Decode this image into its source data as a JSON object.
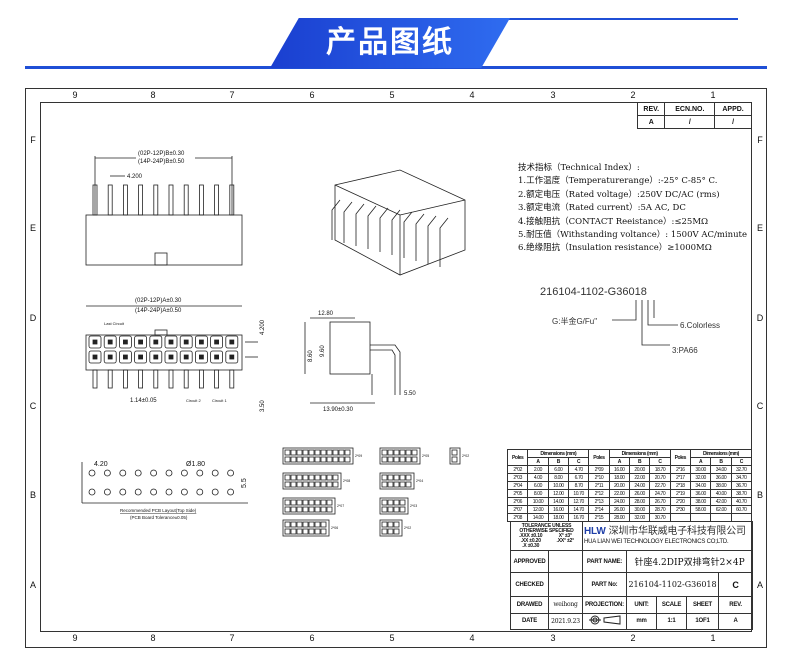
{
  "banner": {
    "title": "产品图纸",
    "color": "#1f4fd6"
  },
  "frame": {
    "columns": [
      "9",
      "8",
      "7",
      "6",
      "5",
      "4",
      "3",
      "2",
      "1"
    ],
    "rows": [
      "F",
      "E",
      "D",
      "C",
      "B",
      "A"
    ]
  },
  "revision_table": {
    "headers": [
      "REV.",
      "ECN.NO.",
      "APPD."
    ],
    "row": [
      "A",
      "/",
      "/"
    ]
  },
  "top_view": {
    "dim_b1": "(02P-12P)B±0.30",
    "dim_b2": "(14P-24P)B±0.50",
    "pitch": "4.200"
  },
  "front_view": {
    "dim_a1": "(02P-12P)A±0.30",
    "dim_a2": "(14P-24P)A±0.50",
    "last_circuit": "Last Circuit",
    "row_pitch": "4.200",
    "pin_width": "1.14±0.05",
    "circuit2": "Circuit 2",
    "circuit1": "Circuit 1",
    "tail": "3.50"
  },
  "side_view": {
    "dim1": "12.80",
    "dim2": "8.60",
    "dim3": "9.60",
    "dim4": "13.90±0.30",
    "dim5": "5.50"
  },
  "pcb_layout": {
    "pitch": "4.20",
    "hole": "Ø1.80",
    "row": "5.5",
    "caption": "Recommended PCB Layout(Top Side)",
    "tolerance": "(PCB Board Tolerance±0.05)"
  },
  "spec": {
    "title": "技术指标（Technical Index）:",
    "items": [
      "1.工作温度（Temperaturerange）:-25° C-85° C.",
      "2.额定电压（Rated voltage）:250V DC/AC (rms)",
      "3.额定电流（Rated current）:5A AC, DC",
      "4.接触阻抗（CONTACT Reeistance）:≤25MΩ",
      "5.耐压值（Withstanding voltance）: 1500V AC/minute",
      "6.绝缘阻抗（Insulation resistance）≥1000MΩ"
    ]
  },
  "part_callout": {
    "number": "216104-1102-G36018",
    "plating": "G:半金G/Fu\"",
    "color": "6.Colorless",
    "material": "3:PA66"
  },
  "layout_labels": [
    "2*02",
    "2*03",
    "2*04",
    "2*05",
    "2*06",
    "2*07",
    "2*08",
    "2*09"
  ],
  "dimension_table": {
    "headers": {
      "poles": "Poles",
      "dims": "Dimensions (mm)",
      "a": "A",
      "b": "B",
      "c": "C"
    },
    "rows": [
      [
        [
          "2*02",
          "2.00",
          "6.00",
          "4.70"
        ],
        [
          "2*09",
          "16.00",
          "20.00",
          "18.70"
        ],
        [
          "2*16",
          "30.00",
          "34.00",
          "32.70"
        ]
      ],
      [
        [
          "2*03",
          "4.00",
          "8.00",
          "6.70"
        ],
        [
          "2*10",
          "18.00",
          "22.00",
          "20.70"
        ],
        [
          "2*17",
          "32.00",
          "36.00",
          "34.70"
        ]
      ],
      [
        [
          "2*04",
          "6.00",
          "10.00",
          "8.70"
        ],
        [
          "2*11",
          "20.00",
          "24.00",
          "22.70"
        ],
        [
          "2*18",
          "34.00",
          "38.00",
          "36.70"
        ]
      ],
      [
        [
          "2*05",
          "8.00",
          "12.00",
          "10.70"
        ],
        [
          "2*12",
          "22.00",
          "26.00",
          "24.70"
        ],
        [
          "2*19",
          "36.00",
          "40.00",
          "38.70"
        ]
      ],
      [
        [
          "2*06",
          "10.00",
          "14.00",
          "12.70"
        ],
        [
          "2*13",
          "24.00",
          "28.00",
          "26.70"
        ],
        [
          "2*20",
          "38.00",
          "42.00",
          "40.70"
        ]
      ],
      [
        [
          "2*07",
          "12.00",
          "16.00",
          "14.70"
        ],
        [
          "2*14",
          "26.00",
          "30.00",
          "28.70"
        ],
        [
          "2*30",
          "58.00",
          "62.00",
          "60.70"
        ]
      ],
      [
        [
          "2*08",
          "14.00",
          "18.00",
          "16.70"
        ],
        [
          "2*15",
          "28.00",
          "32.00",
          "30.70"
        ],
        [
          "",
          "",
          "",
          ""
        ]
      ]
    ]
  },
  "title_block": {
    "tolerance_title": "TOLERANCE UNLESS OTHERWISE SPECIFIED",
    "tol_lines": [
      ".XXX ±0.10",
      ".XX ±0.20",
      ".X ±0.30"
    ],
    "ang_lines": [
      "X° ±3°",
      ".XX° ±2°"
    ],
    "logo": "HLW",
    "company_cn": "深圳市华联威电子科技有限公司",
    "company_en": "HUA LIAN WEI TECHNOLOGY ELECTRONICS CO;LTD.",
    "approved": "APPROVED",
    "checked": "CHECKED",
    "drawed": "DRAWED",
    "date": "DATE",
    "drawed_by": "weihong",
    "date_value": "2021.9.23",
    "part_name_label": "PART NAME:",
    "part_name": "针座4.2DIP双排弯针2×4P",
    "part_no_label": "PART No:",
    "part_no": "216104-1102-G36018",
    "part_rev": "C",
    "projection": "PROJECTION:",
    "unit_label": "UNIT:",
    "scale_label": "SCALE",
    "sheet_label": "SHEET",
    "rev_label": "REV.",
    "unit": "mm",
    "scale": "1:1",
    "sheet": "1OF1",
    "rev": "A"
  }
}
